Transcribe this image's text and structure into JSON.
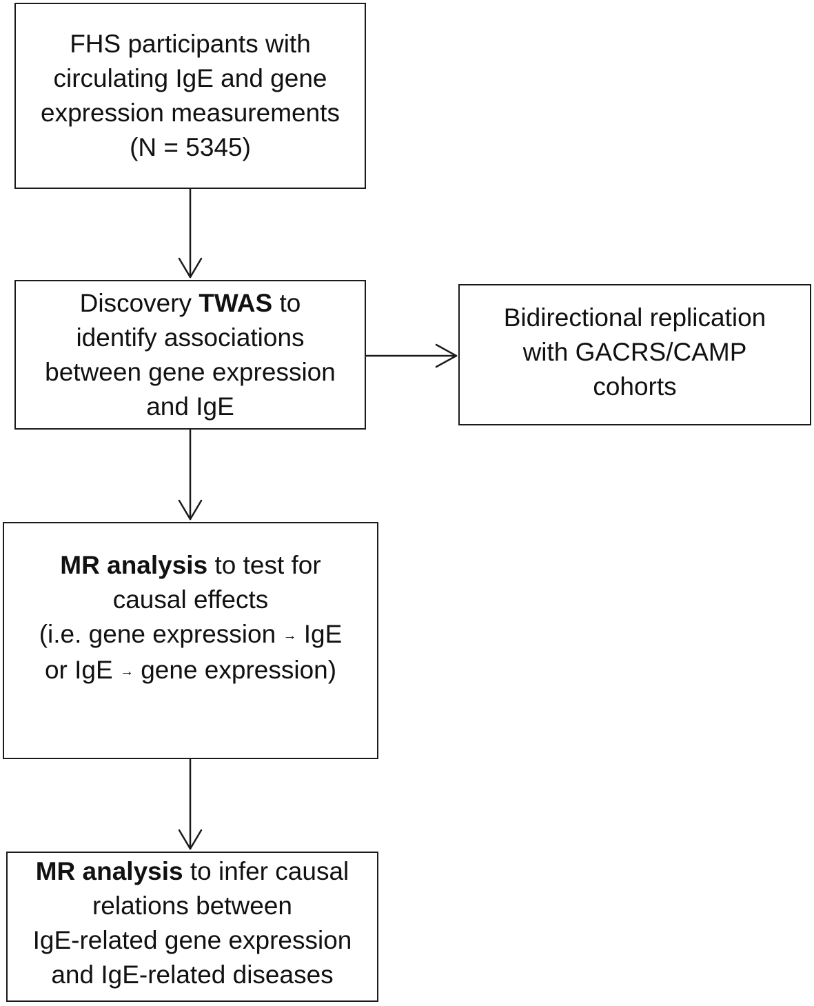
{
  "flowchart": {
    "box_fhs": {
      "line1": "FHS participants with",
      "line2": "circulating IgE and gene",
      "line3": "expression measurements",
      "line4": "(N = 5345)"
    },
    "box_twas": {
      "line1_pre": "Discovery ",
      "line1_bold": "TWAS",
      "line1_post": " to",
      "line2": "identify associations",
      "line3": "between gene expression",
      "line4": "and IgE"
    },
    "box_replication": {
      "line1": "Bidirectional replication",
      "line2": "with GACRS/CAMP",
      "line3": "cohorts"
    },
    "box_mr_causal": {
      "line1_bold": "MR analysis",
      "line1_post": " to test for",
      "line2": "causal effects",
      "line3_pre": "(i.e. gene expression ",
      "line3_arrow": "→",
      "line3_post": " IgE",
      "line4_pre": "or IgE ",
      "line4_arrow": "→",
      "line4_post": " gene expression)"
    },
    "box_mr_disease": {
      "line1_bold": "MR analysis",
      "line1_post": " to infer causal",
      "line2": "relations between",
      "line3": "IgE-related gene expression",
      "line4": "and IgE-related diseases"
    }
  }
}
